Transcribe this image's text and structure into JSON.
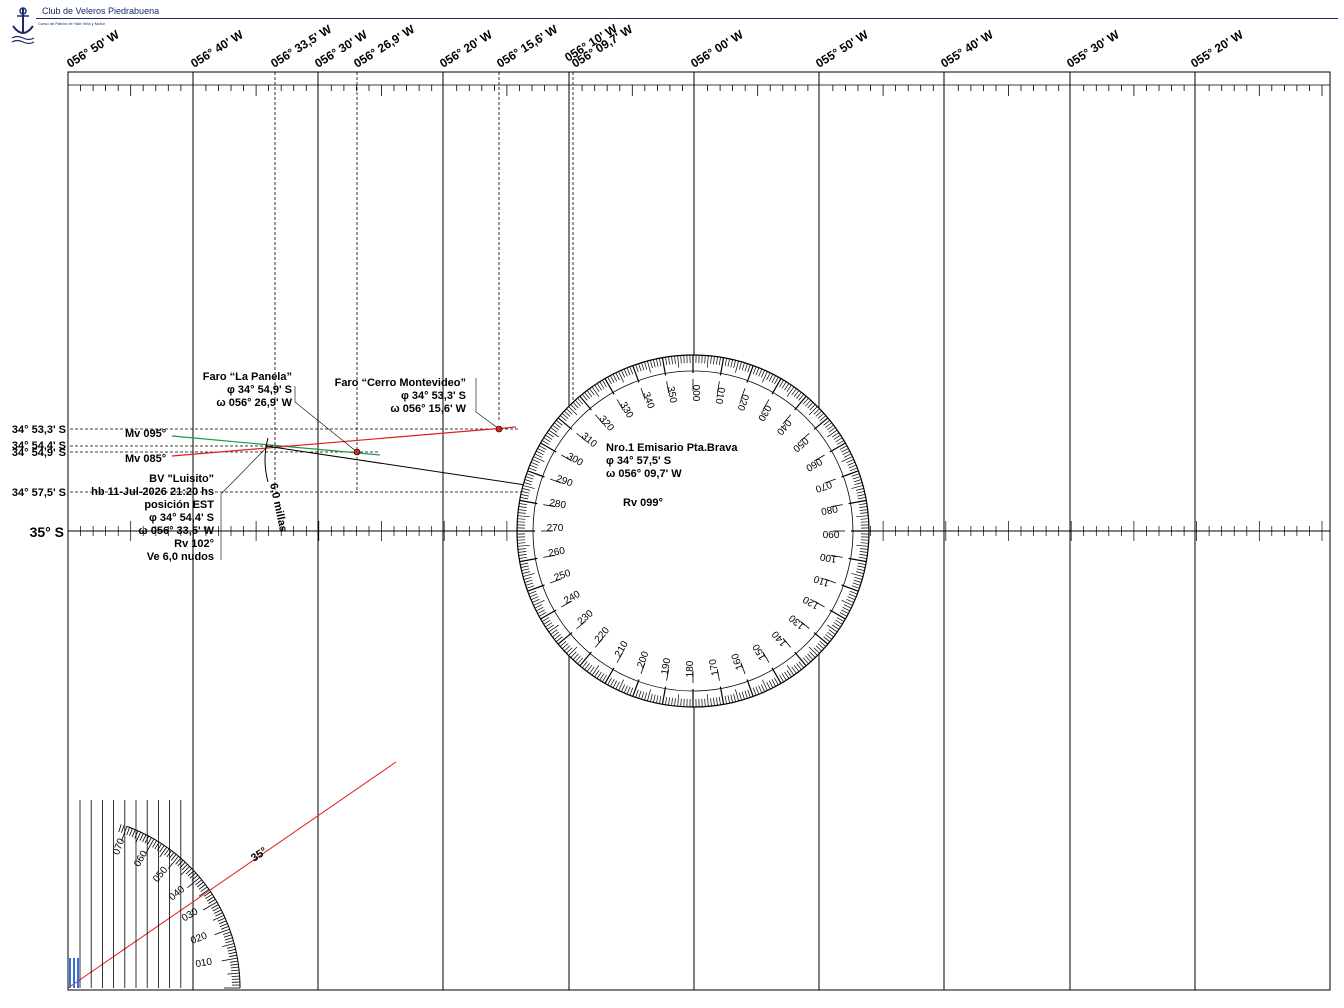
{
  "header": {
    "club_name": "Club de Veleros Piedrabuena",
    "course_name": "Curso de Patrón de Yate Vela y Motor"
  },
  "icons": {
    "logo": "anchor-emblem-icon"
  },
  "colors": {
    "ink": "#000000",
    "bearing_line_red": "#e02020",
    "bearing_line_green": "#1a9a4a",
    "brand_blue": "#1a2a6c",
    "scale_blue": "#3a6fd8"
  },
  "chart": {
    "longitude_labels": [
      "056° 50' W",
      "056° 40' W",
      "056° 33,5' W",
      "056° 30' W",
      "056° 26,9' W",
      "056° 20' W",
      "056° 15,6' W",
      "056° 10' W",
      "056° 09,7' W",
      "056° 00' W",
      "055° 50' W",
      "055° 40' W",
      "055° 30' W",
      "055° 20' W"
    ],
    "latitude_labels": {
      "l1": "34° 53,3' S",
      "l2": "34° 54,4' S",
      "l3": "34° 54,9' S",
      "l4": "34° 57,5' S",
      "l5": "35° S"
    },
    "faro_panela": {
      "name": "Faro “La Panela”",
      "lat": "φ 34° 54,9' S",
      "lon": "ω 056° 26,9' W"
    },
    "faro_cerro": {
      "name": "Faro “Cerro Montevideo”",
      "lat": "φ 34° 53,3' S",
      "lon": "ω 056° 15,6' W"
    },
    "emisario": {
      "name": "Nro.1 Emisario Pta.Brava",
      "lat": "φ 34° 57,5' S",
      "lon": "ω 056° 09,7' W"
    },
    "vessel": {
      "name": "BV \"Luisito\"",
      "time": "hb 11-Jul-2026 21:20 hs",
      "position_label": "posición EST",
      "lat": "φ 34° 54,4' S",
      "lon": "ω 056° 33,5' W",
      "course": "Rv 102°",
      "speed": "Ve 6,0 nudos"
    },
    "bearing_095": "Mv 095°",
    "bearing_085": "Mv 085°",
    "course_099": "Rv 099°",
    "distance": "6,0 millas",
    "rose_labels": [
      "000",
      "010",
      "020",
      "030",
      "040",
      "050",
      "060",
      "070",
      "080",
      "090",
      "100",
      "110",
      "120",
      "130",
      "140",
      "150",
      "160",
      "170",
      "180",
      "190",
      "200",
      "210",
      "220",
      "230",
      "240",
      "250",
      "260",
      "270",
      "280",
      "290",
      "300",
      "310",
      "320",
      "330",
      "340",
      "350"
    ],
    "lower_rose_labels": [
      "010",
      "020",
      "030",
      "040",
      "050",
      "060",
      "070"
    ],
    "lower_angle": "35°"
  }
}
